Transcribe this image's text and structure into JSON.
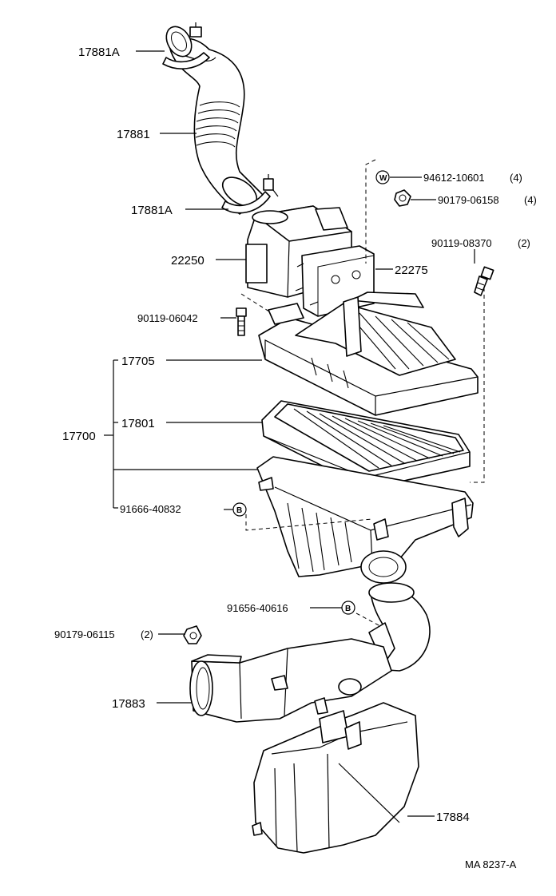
{
  "labels": {
    "p17881A_top": "17881A",
    "p17881": "17881",
    "p17881A_bottom": "17881A",
    "p94612": "94612-10601",
    "p94612_qty": "(4)",
    "p90179_06158": "90179-06158",
    "p90179_06158_qty": "(4)",
    "p90119_08370": "90119-08370",
    "p90119_08370_qty": "(2)",
    "p22250": "22250",
    "p22275": "22275",
    "p90119_06042": "90119-06042",
    "p17705": "17705",
    "p17801": "17801",
    "p17700": "17700",
    "p91666": "91666-40832",
    "p91656": "91656-40616",
    "p90179_06115": "90179-06115",
    "p90179_06115_qty": "(2)",
    "p17883": "17883",
    "p17884": "17884",
    "diagram_code": "MA 8237-A"
  },
  "markers": {
    "washer_mark": "W",
    "b_mark": "B"
  }
}
